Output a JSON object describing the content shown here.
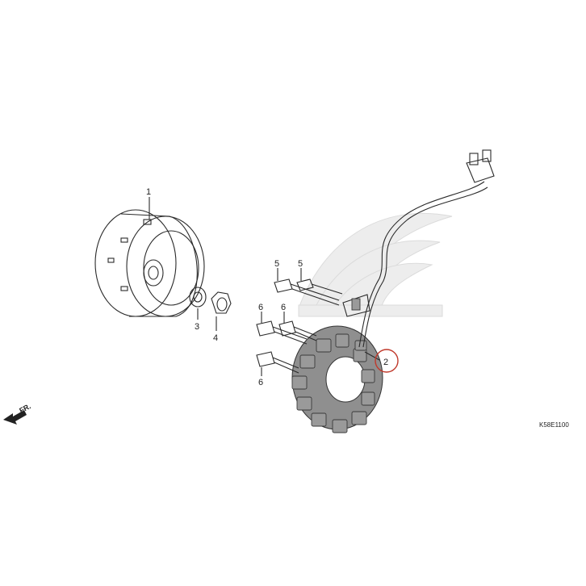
{
  "callouts": [
    {
      "id": "flywheel",
      "text": "1"
    },
    {
      "id": "stator",
      "text": "2"
    },
    {
      "id": "washer",
      "text": "3"
    },
    {
      "id": "nut",
      "text": "4"
    },
    {
      "id": "bolt-5a",
      "text": "5"
    },
    {
      "id": "bolt-5b",
      "text": "5"
    },
    {
      "id": "bolt-6a",
      "text": "6"
    },
    {
      "id": "bolt-6b",
      "text": "6"
    },
    {
      "id": "bolt-6c",
      "text": "6"
    }
  ],
  "direction_label": "FR.",
  "drawing_code": "K58E1100",
  "highlight": {
    "callout": "2",
    "color": "#c0392b"
  }
}
